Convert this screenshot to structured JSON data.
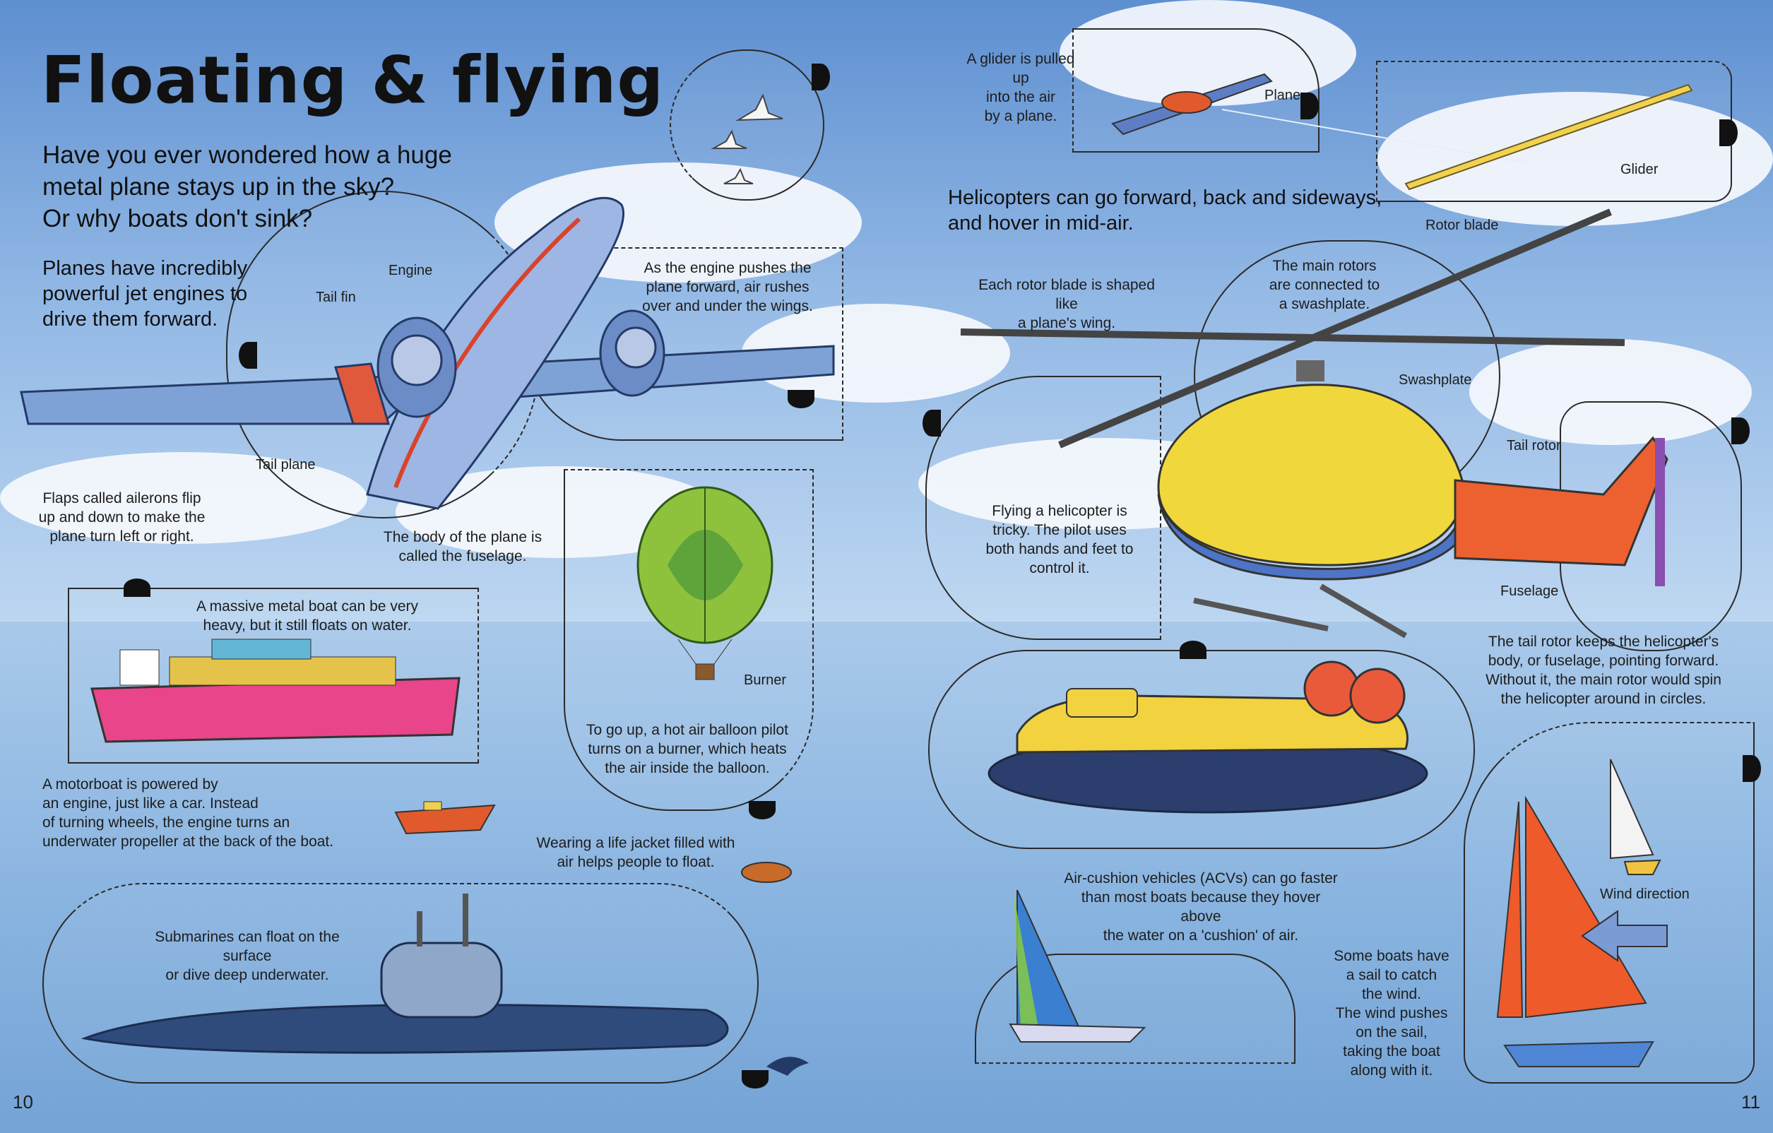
{
  "title": "Floating & flying",
  "intro": {
    "line1": "Have you ever wondered how a huge",
    "line2": "metal plane stays up in the sky?",
    "line3": "Or why boats don't sink?"
  },
  "planes_text": {
    "line1": "Planes have incredibly",
    "line2": "powerful jet engines to",
    "line3": "drive them forward."
  },
  "plane_labels": {
    "engine": "Engine",
    "tail_fin": "Tail fin",
    "tail_plane": "Tail plane",
    "engine_note": [
      "As the engine pushes the",
      "plane forward, air rushes",
      "over and under the wings."
    ],
    "ailerons": [
      "Flaps called ailerons flip",
      "up and down to make the",
      "plane turn left or right."
    ],
    "fuselage": [
      "The body of the plane is",
      "called the fuselage."
    ]
  },
  "boat": {
    "note": [
      "A massive metal boat can be very",
      "heavy, but it still floats on water."
    ]
  },
  "motorboat": [
    "A motorboat is powered by",
    "an engine, just like a car. Instead",
    "of turning wheels, the engine turns an",
    "underwater propeller at the back of the boat."
  ],
  "balloon": {
    "burner": "Burner",
    "note": [
      "To go up, a hot air balloon pilot",
      "turns on a burner, which heats",
      "the air inside the balloon."
    ]
  },
  "lifejacket": [
    "Wearing a life jacket filled with",
    "air helps people to float."
  ],
  "submarine": [
    "Submarines can float on the surface",
    "or dive deep underwater."
  ],
  "glider": {
    "note": [
      "A glider is pulled up",
      "into the air",
      "by a plane."
    ],
    "plane": "Plane",
    "glider": "Glider"
  },
  "helicopter": {
    "intro1": "Helicopters can go forward, back and sideways,",
    "intro2": "and hover in mid-air.",
    "rotor_blade": "Rotor blade",
    "rotor_note": [
      "Each rotor blade is shaped like",
      "a plane's wing."
    ],
    "swash_note": [
      "The main rotors",
      "are connected to",
      "a swashplate."
    ],
    "swashplate": "Swashplate",
    "tail_rotor": "Tail rotor",
    "fuselage": "Fuselage",
    "tricky": [
      "Flying a helicopter is",
      "tricky. The pilot uses",
      "both hands and feet to",
      "control it."
    ],
    "tail_note": [
      "The tail rotor keeps the helicopter's",
      "body, or fuselage, pointing forward.",
      "Without it, the main rotor would spin",
      "the helicopter around in circles."
    ]
  },
  "acv": [
    "Air-cushion vehicles (ACVs) can go faster",
    "than most boats because they hover above",
    "the water on a 'cushion' of air."
  ],
  "sail": {
    "note": [
      "Some boats have",
      "a sail to catch",
      "the wind.",
      "The wind pushes",
      "on the sail,",
      "taking the boat",
      "along with it."
    ],
    "wind": "Wind direction"
  },
  "page_left": "10",
  "page_right": "11"
}
